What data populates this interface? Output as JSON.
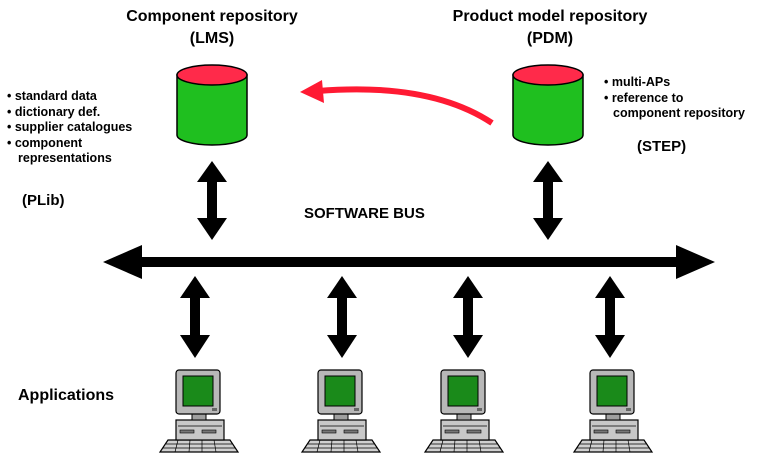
{
  "component_repo": {
    "title": "Component repository",
    "code": "(LMS)",
    "bullets": [
      "• standard data",
      "• dictionary def.",
      "• supplier catalogues",
      "• component",
      "   representations"
    ],
    "standard": "(PLib)"
  },
  "product_repo": {
    "title": "Product model repository",
    "code": "(PDM)",
    "bullets": [
      "• multi-APs",
      "• reference to",
      "  component repository"
    ],
    "standard": "(STEP)"
  },
  "bus": {
    "label": "SOFTWARE BUS"
  },
  "applications": {
    "label": "Applications",
    "count": 4
  },
  "colors": {
    "db_top": "#ff2a4a",
    "db_body": "#1fbf1f",
    "flow_arrow": "#ff1a33",
    "screen": "#1a8a1a",
    "computer": "#b8b8b8"
  },
  "icons": {
    "database": "database-cylinder-icon",
    "computer": "desktop-computer-icon"
  }
}
